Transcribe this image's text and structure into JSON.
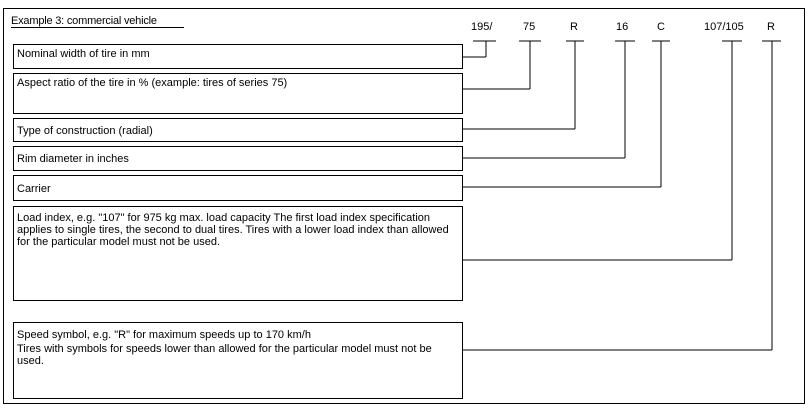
{
  "title": "Example 3: commercial vehicle",
  "codes": [
    {
      "id": "width",
      "text": "195/"
    },
    {
      "id": "aspect",
      "text": "75"
    },
    {
      "id": "construction",
      "text": "R"
    },
    {
      "id": "rim",
      "text": "16"
    },
    {
      "id": "carrier",
      "text": "C"
    },
    {
      "id": "load",
      "text": "107/105"
    },
    {
      "id": "speed",
      "text": "R"
    }
  ],
  "boxes": [
    {
      "id": "width",
      "text": "Nominal width of tire in mm"
    },
    {
      "id": "aspect",
      "text": "Aspect ratio of the tire in % (example: tires of series 75)"
    },
    {
      "id": "construction",
      "text": "Type of construction (radial)"
    },
    {
      "id": "rim",
      "text": "Rim diameter in inches"
    },
    {
      "id": "carrier",
      "text": "Carrier"
    },
    {
      "id": "load",
      "text": "Load index, e.g. \"107\" for 975 kg max. load capacity The first load index specification applies to single tires, the second to dual tires. Tires with a lower load index than allowed for the particular model must not be used."
    },
    {
      "id": "speed",
      "line1": "Speed symbol, e.g. \"R\" for maximum speeds up to 170 km/h",
      "line2": "Tires with symbols for speeds lower than allowed for the particular model must not be used."
    }
  ]
}
